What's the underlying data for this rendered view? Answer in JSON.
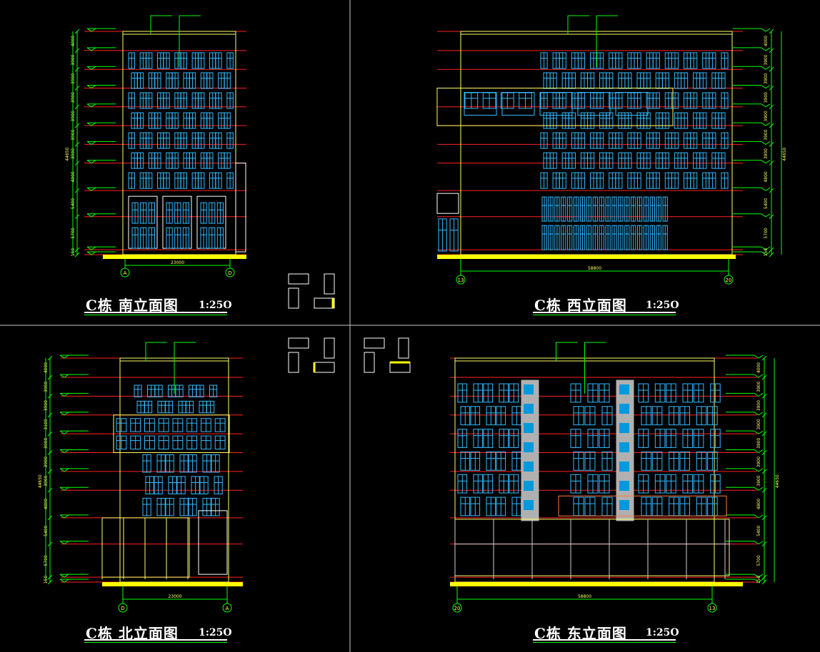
{
  "drawings": [
    {
      "title": "C栋  南立面图",
      "scale": "1:25O",
      "dim_total": "23000",
      "height_total": "44650",
      "axis_left": "A",
      "axis_right": "D",
      "floor_dims": [
        "4000",
        "3900",
        "3900",
        "3900",
        "3900",
        "3900",
        "3900",
        "4800",
        "5400",
        "5700",
        "150"
      ]
    },
    {
      "title": "C栋  西立面图",
      "scale": "1:25O",
      "dim_total": "58800",
      "height_total": "44650",
      "axis_left": "13",
      "axis_right": "20",
      "floor_dims": [
        "4000",
        "3900",
        "3900",
        "3900",
        "3900",
        "3900",
        "3900",
        "4800",
        "5400",
        "5700",
        "150"
      ]
    },
    {
      "title": "C栋  北立面图",
      "scale": "1:25O",
      "dim_total": "23000",
      "height_total": "44650",
      "axis_left": "D",
      "axis_right": "A",
      "floor_dims": [
        "4000",
        "3900",
        "3900",
        "3100",
        "3900",
        "3900",
        "3900",
        "4800",
        "5400",
        "5700",
        "150"
      ]
    },
    {
      "title": "C栋  东立面图",
      "scale": "1:25O",
      "dim_total": "58800",
      "height_total": "44650",
      "axis_left": "20",
      "axis_right": "13",
      "floor_dims": [
        "4000",
        "3900",
        "3900",
        "3900",
        "3900",
        "3900",
        "3900",
        "4800",
        "5400",
        "5700",
        "150"
      ]
    }
  ],
  "colors": {
    "background": "#000000",
    "floor_line": "#ff2020",
    "dimension": "#00ff00",
    "outline": "#ffff66",
    "glazing": "#33bbff",
    "frame": "#ffffff",
    "ground": "#ffff00",
    "panel_gray": "#b0b0b0",
    "panel_blue": "#0099dd",
    "divider": "#d0d0d0"
  }
}
